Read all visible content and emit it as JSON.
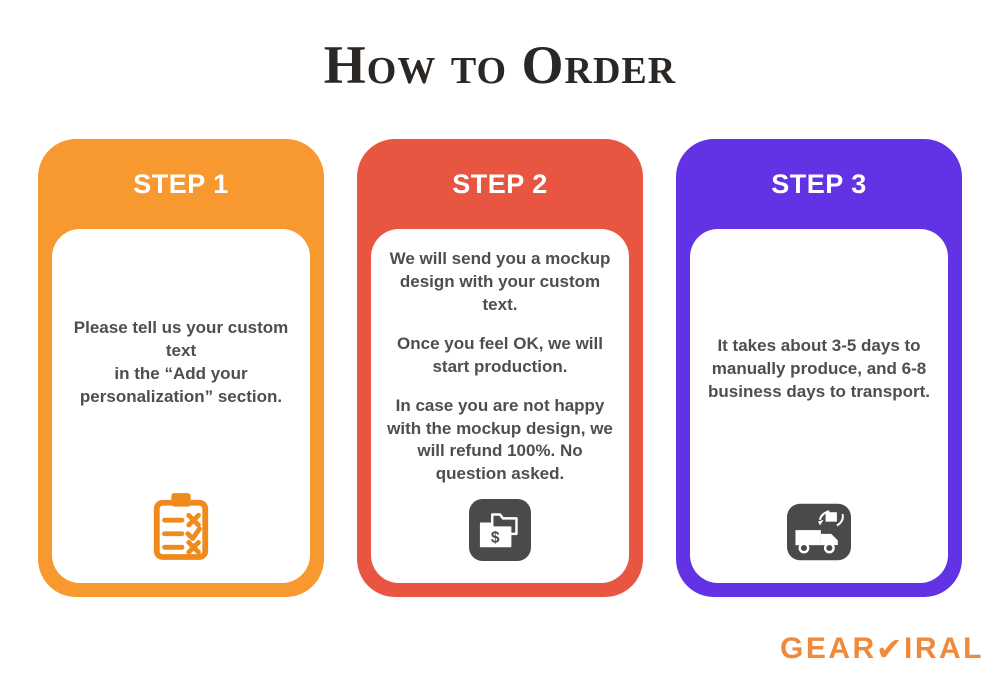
{
  "title": "How to Order",
  "steps": [
    {
      "label": "STEP 1",
      "color": "#F8992F",
      "icon": "clipboard-checklist-icon",
      "paragraphs": {
        "p1": "Please tell us your custom text\nin the “Add your personalization” section."
      }
    },
    {
      "label": "STEP 2",
      "color": "#E85540",
      "icon": "dollar-folder-icon",
      "paragraphs": {
        "p1": "We will send you a mockup design with your custom text.",
        "p2": "Once you feel OK, we will start production.",
        "p3": "In case you are not happy with the mockup design, we will refund 100%. No question asked."
      }
    },
    {
      "label": "STEP 3",
      "color": "#6233E4",
      "icon": "shipping-truck-icon",
      "paragraphs": {
        "p1": "It takes about 3-5 days to manually produce, and 6-8 business days to transport."
      }
    }
  ],
  "icon_colors": {
    "clipboard_orange": "#F08A1D",
    "dark_tile": "#4A4A4A"
  },
  "watermark": {
    "prefix": "GEAR",
    "check": "✔",
    "suffix": "IRAL",
    "color": "#F0802B"
  }
}
